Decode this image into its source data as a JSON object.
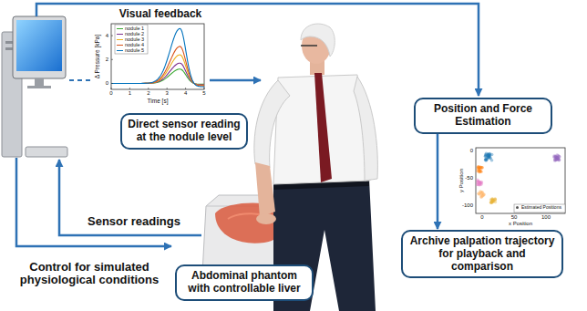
{
  "diagram": {
    "nodes": [
      {
        "text": [
          "Direct sensor reading at the nodule level"
        ]
      },
      {
        "text": [
          "Position and Force Estimation"
        ]
      },
      {
        "text": [
          "Archive palpation trajectory for playback and comparison"
        ]
      },
      {
        "text": [
          "Abdominal phantom with controllable liver"
        ]
      }
    ],
    "edges": [
      {
        "from": 1,
        "to": 2,
        "arrow": "to"
      }
    ],
    "labels": [
      "Visual feedback",
      "Δ Pressure [kPa]",
      "Time [s]",
      "0",
      "1",
      "2",
      "3",
      "4",
      "5",
      "0",
      "2",
      "4",
      "Sensor readings",
      "Control for simulated physiological conditions",
      "y Position",
      "x Position",
      "0",
      "-50",
      "-100",
      "0",
      "50",
      "100"
    ],
    "legend": [
      {
        "text": "nodule 1"
      },
      {
        "text": "nodule 2"
      },
      {
        "text": "nodule 3"
      },
      {
        "text": "nodule 4"
      },
      {
        "text": "nodule 5"
      },
      {
        "text": "Estimated Positions"
      }
    ]
  }
}
